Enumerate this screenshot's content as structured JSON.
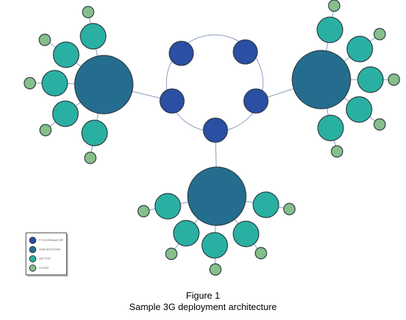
{
  "figure": {
    "caption_line1": "Figure 1",
    "caption_line2": "Sample 3G deployment architecture"
  },
  "legend": {
    "items": [
      {
        "label": "P-COORDINATOR",
        "color": "#2a4fa3"
      },
      {
        "label": "SUB-SECTIONS",
        "color": "#256d8e"
      },
      {
        "label": "NETTOP",
        "color": "#2ab0a2"
      },
      {
        "label": "CLIENT",
        "color": "#86bf8a"
      }
    ]
  },
  "colors": {
    "coordinator": "#2a4fa3",
    "hub": "#256d8e",
    "nettop": "#2ab0a2",
    "client": "#86bf8a",
    "link": "#8899bb"
  }
}
